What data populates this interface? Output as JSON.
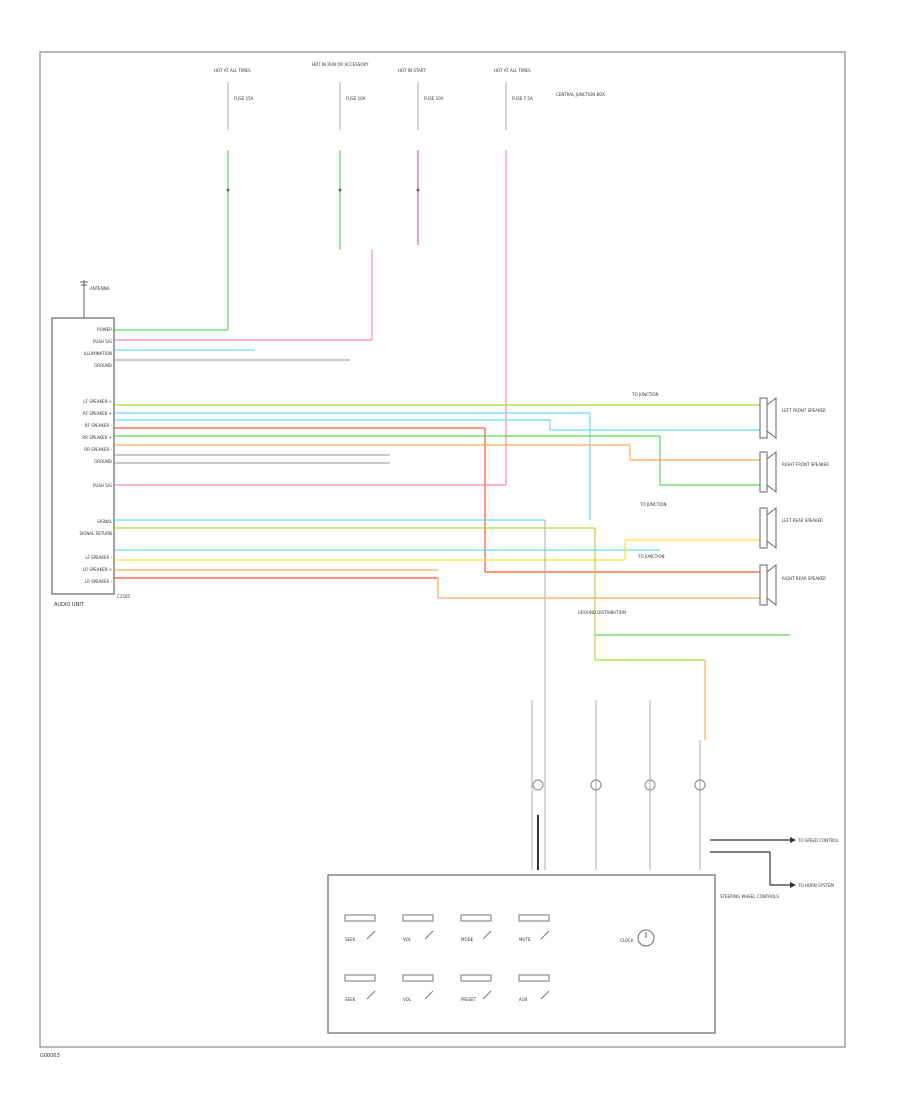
{
  "diagram": {
    "footer_code": "G00063",
    "audio_unit_label": "AUDIO UNIT",
    "audio_unit_connector": "C2505",
    "antenna_label": "ANTENNA",
    "pin_labels": [
      "POWER",
      "PUSH SIG",
      "ILLUMINATION",
      "GROUND",
      "",
      "",
      "LF SPEAKER +",
      "RF SPEAKER +",
      "RF SPEAKER -",
      "RR SPEAKER +",
      "RR SPEAKER -",
      "GROUND",
      "",
      "PUSH SIG",
      "",
      "",
      "SIGNAL",
      "SIGNAL RETURN",
      "",
      "LF SPEAKER -",
      "LR SPEAKER +",
      "LR SPEAKER -"
    ],
    "colors": {
      "green": "#55dd55",
      "pink": "#ff88aa",
      "cyan": "#66ddee",
      "yellow_green": "#aadd33",
      "red": "#ff5533",
      "orange": "#ffaa55",
      "yellow": "#ffdd33",
      "gray": "#bbbbbb",
      "purple": "#cc66cc"
    },
    "fuses": [
      {
        "label": "HOT AT ALL TIMES",
        "fuse": "FUSE 15A"
      },
      {
        "label": "HOT IN RUN OR ACCESSORY",
        "fuse": "FUSE 10A"
      },
      {
        "label": "HOT IN START",
        "fuse": "FUSE 10A"
      },
      {
        "label": "HOT AT ALL TIMES",
        "fuse": "FUSE 7.5A"
      }
    ],
    "central_junction": "CENTRAL JUNCTION BOX",
    "speakers": [
      {
        "label": "LEFT FRONT SPEAKER"
      },
      {
        "label": "RIGHT FRONT SPEAKER"
      },
      {
        "label": "LEFT REAR SPEAKER"
      },
      {
        "label": "RIGHT REAR SPEAKER"
      }
    ],
    "splice_labels": [
      "TO JUNCTION",
      "TO JUNCTION",
      "TO JUNCTION"
    ],
    "ground_note": "GROUND DISTRIBUTION",
    "module_label": "STEERING WHEEL CONTROLS",
    "clock_label": "CLOCK",
    "switch_labels": [
      "SEEK",
      "VOL",
      "MODE",
      "MUTE",
      "SEEK",
      "VOL",
      "PRESET",
      "AUX"
    ],
    "right_notes": [
      "TO SPEED CONTROL",
      "TO HORN SYSTEM"
    ]
  }
}
